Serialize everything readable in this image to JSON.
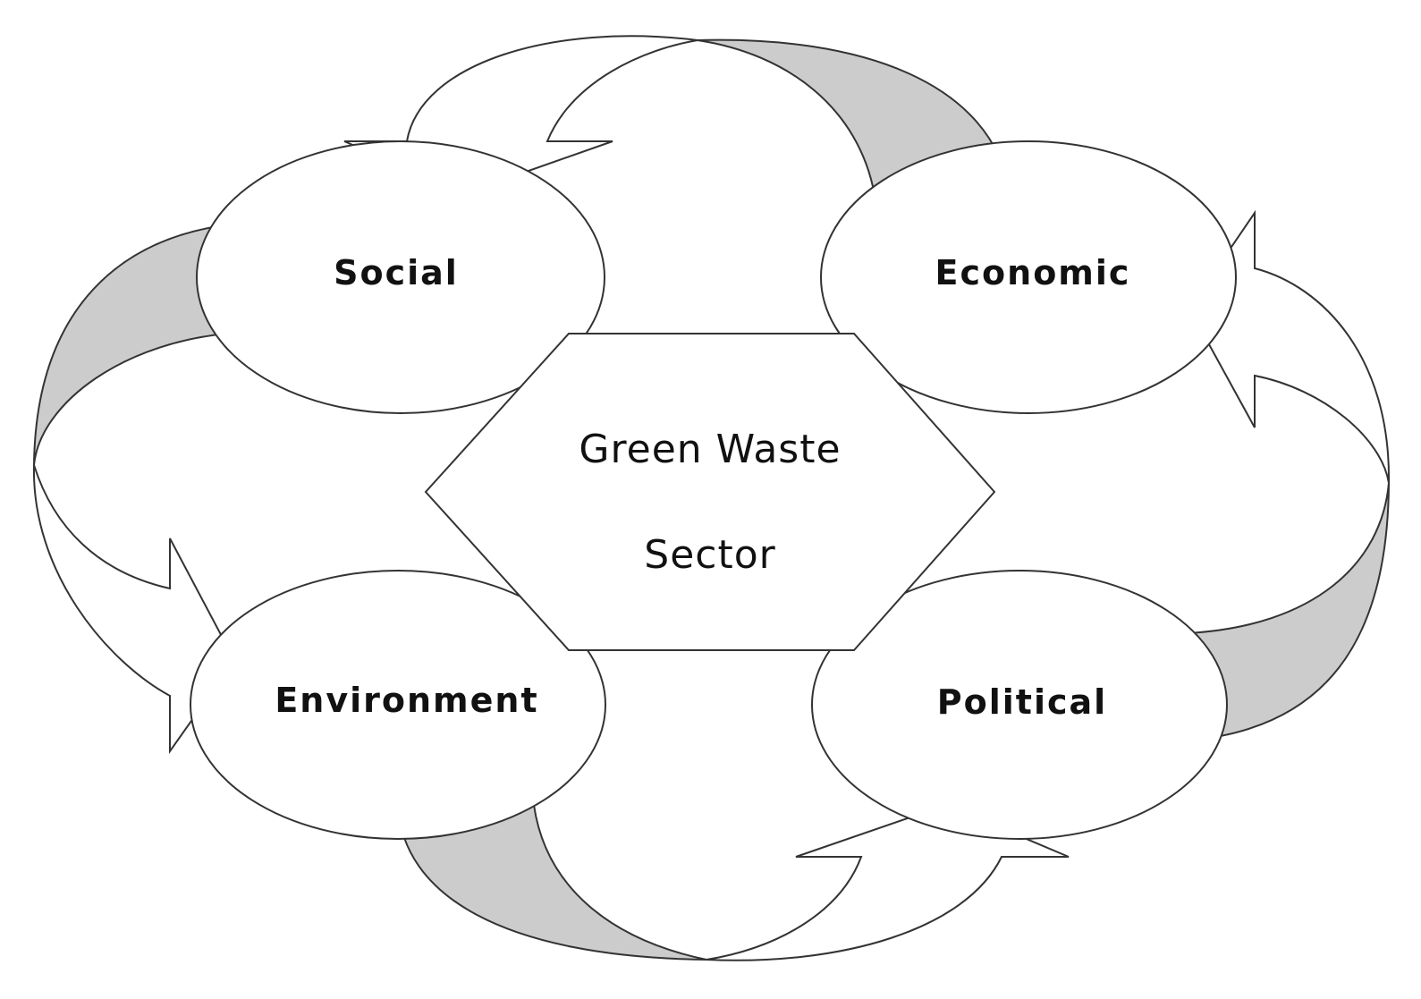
{
  "diagram": {
    "center": {
      "line1": "Green Waste",
      "line2": "Sector"
    },
    "nodes": {
      "social": "Social",
      "economic": "Economic",
      "environment": "Environment",
      "political": "Political"
    },
    "colors": {
      "band": "#cccccc",
      "stroke": "#333333",
      "fill": "#ffffff"
    }
  }
}
